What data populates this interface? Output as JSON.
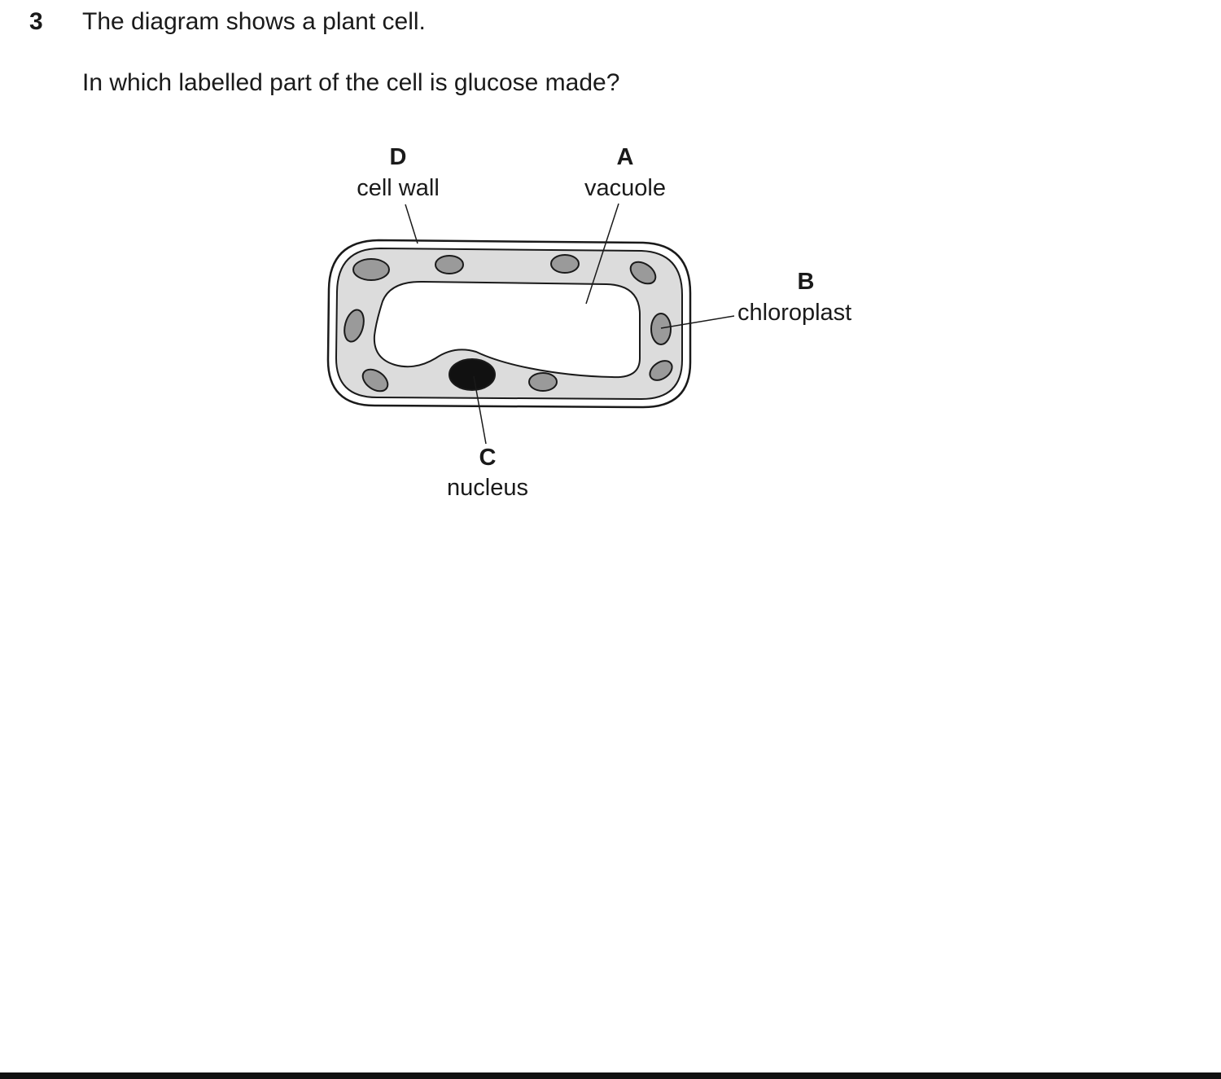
{
  "question": {
    "number": "3",
    "stem": "The diagram shows a plant cell.",
    "prompt": "In which labelled part of the cell is glucose made?"
  },
  "diagram": {
    "labels": {
      "A": {
        "letter": "A",
        "name": "vacuole"
      },
      "B": {
        "letter": "B",
        "name": "chloroplast"
      },
      "C": {
        "letter": "C",
        "name": "nucleus"
      },
      "D": {
        "letter": "D",
        "name": "cell wall"
      }
    },
    "colors": {
      "cytoplasm": "#dcdcdc",
      "chloroplast": "#9a9a9a",
      "nucleus": "#111111",
      "outline": "#1a1a1a"
    }
  }
}
